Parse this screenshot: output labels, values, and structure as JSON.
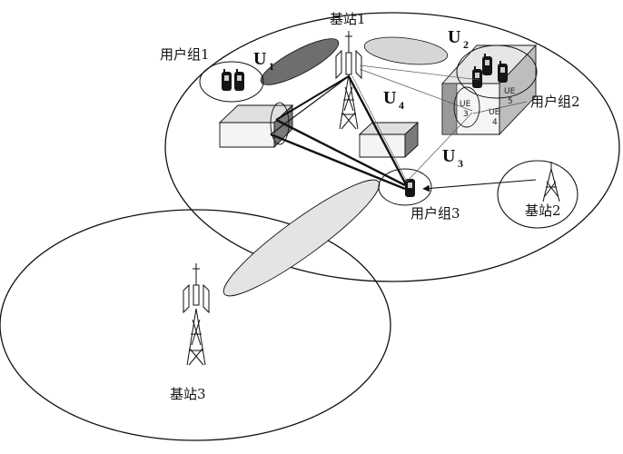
{
  "labels": {
    "bs1": "基站1",
    "bs2": "基站2",
    "bs3": "基站3",
    "group1": "用户组1",
    "group2": "用户组2",
    "group3": "用户组3"
  },
  "beams": [
    {
      "letter": "U",
      "sub": "1"
    },
    {
      "letter": "U",
      "sub": "2"
    },
    {
      "letter": "U",
      "sub": "3"
    },
    {
      "letter": "U",
      "sub": "4"
    }
  ],
  "ue_labels": [
    {
      "line1": "UE",
      "line2": "3"
    },
    {
      "line1": "UE",
      "line2": "4"
    },
    {
      "line1": "UE",
      "line2": "5"
    }
  ],
  "colors": {
    "line": "#111111",
    "beam_dark": "#6e6e6e",
    "beam_light": "#d6d6d6",
    "building_front": "#f4f4f4",
    "building_side": "#7a7a7a",
    "building_top": "#e0e0e0"
  }
}
